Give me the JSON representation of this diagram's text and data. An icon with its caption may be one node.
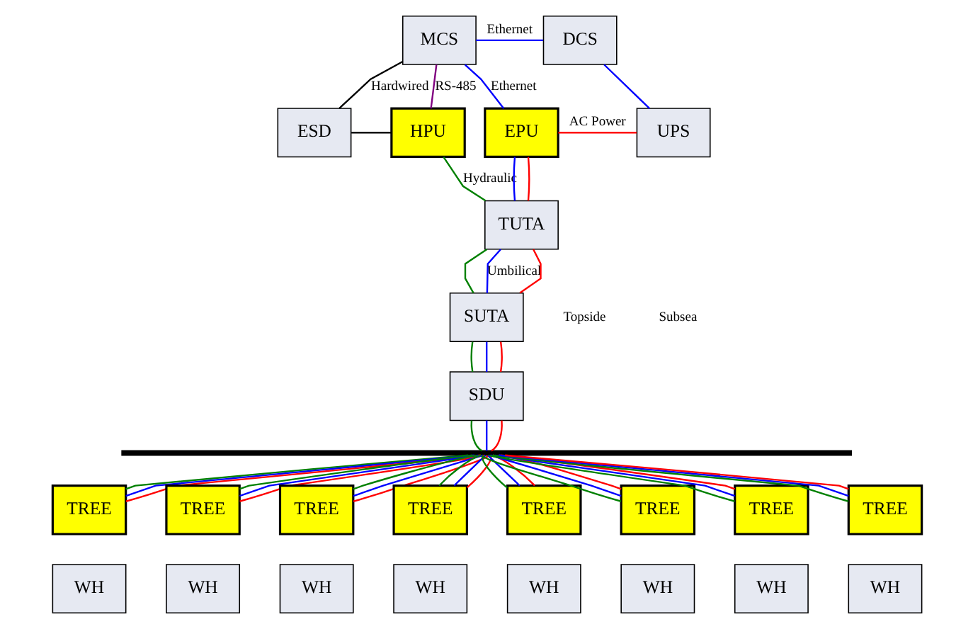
{
  "diagram": {
    "nodes": [
      {
        "text": [
          "MCS"
        ]
      },
      {
        "text": [
          "DCS"
        ]
      },
      {
        "text": [
          "ESD"
        ]
      },
      {
        "text": [
          "HPU"
        ]
      },
      {
        "text": [
          "EPU"
        ]
      },
      {
        "text": [
          "UPS"
        ]
      },
      {
        "text": [
          "TUTA"
        ]
      },
      {
        "text": [
          "SUTA"
        ]
      },
      {
        "text": [
          "SDU"
        ]
      },
      {
        "text": [],
        "shape": "bar"
      },
      {
        "text": [
          "TREE"
        ]
      },
      {
        "text": [
          "TREE"
        ]
      },
      {
        "text": [
          "TREE"
        ]
      },
      {
        "text": [
          "TREE"
        ]
      },
      {
        "text": [
          "TREE"
        ]
      },
      {
        "text": [
          "TREE"
        ]
      },
      {
        "text": [
          "TREE"
        ]
      },
      {
        "text": [
          "TREE"
        ]
      },
      {
        "text": [
          "WH"
        ]
      },
      {
        "text": [
          "WH"
        ]
      },
      {
        "text": [
          "WH"
        ]
      },
      {
        "text": [
          "WH"
        ]
      },
      {
        "text": [
          "WH"
        ]
      },
      {
        "text": [
          "WH"
        ]
      },
      {
        "text": [
          "WH"
        ]
      },
      {
        "text": [
          "WH"
        ]
      }
    ],
    "edges": [
      {
        "from": 0,
        "to": 2,
        "arrow": "none",
        "label": "Hardwired",
        "color": "#000000"
      },
      {
        "from": 0,
        "to": 1,
        "arrow": "none",
        "label": "Ethernet",
        "color": "#0000ff"
      },
      {
        "from": 0,
        "to": 3,
        "arrow": "none",
        "label": "RS-485",
        "color": "#800080"
      },
      {
        "from": 0,
        "to": 4,
        "arrow": "none",
        "label": "Ethernet",
        "color": "#0000ff"
      },
      {
        "from": 1,
        "to": 5,
        "arrow": "none",
        "color": "#0000ff"
      },
      {
        "from": 2,
        "to": 3,
        "arrow": "none",
        "color": "#000000"
      },
      {
        "from": 4,
        "to": 5,
        "arrow": "none",
        "label": "AC Power",
        "color": "#ff0000"
      },
      {
        "from": 3,
        "to": 6,
        "arrow": "none",
        "label": "Hydraulic",
        "color": "#008000"
      },
      {
        "from": 4,
        "to": 6,
        "arrow": "none",
        "color": "#0000ff"
      },
      {
        "from": 4,
        "to": 6,
        "arrow": "none",
        "color": "#ff0000"
      },
      {
        "from": 6,
        "to": 7,
        "arrow": "none",
        "color": "#008000"
      },
      {
        "from": 6,
        "to": 7,
        "arrow": "none",
        "label": "Umbilical",
        "color": "#0000ff"
      },
      {
        "from": 6,
        "to": 7,
        "arrow": "none",
        "color": "#ff0000"
      },
      {
        "from": 7,
        "to": 8,
        "arrow": "none",
        "color": "#008000"
      },
      {
        "from": 7,
        "to": 8,
        "arrow": "none",
        "color": "#0000ff"
      },
      {
        "from": 7,
        "to": 8,
        "arrow": "none",
        "color": "#ff0000"
      },
      {
        "from": 8,
        "to": 9,
        "arrow": "none",
        "color": "#008000"
      },
      {
        "from": 8,
        "to": 9,
        "arrow": "none",
        "color": "#0000ff"
      },
      {
        "from": 8,
        "to": 9,
        "arrow": "none",
        "color": "#ff0000"
      },
      {
        "from": 9,
        "to": 10,
        "arrow": "none",
        "color": "#008000"
      },
      {
        "from": 9,
        "to": 10,
        "arrow": "none",
        "color": "#0000ff"
      },
      {
        "from": 9,
        "to": 10,
        "arrow": "none",
        "color": "#ff0000"
      },
      {
        "from": 9,
        "to": 11,
        "arrow": "none",
        "color": "#008000"
      },
      {
        "from": 9,
        "to": 11,
        "arrow": "none",
        "color": "#0000ff"
      },
      {
        "from": 9,
        "to": 11,
        "arrow": "none",
        "color": "#ff0000"
      },
      {
        "from": 9,
        "to": 12,
        "arrow": "none",
        "color": "#008000"
      },
      {
        "from": 9,
        "to": 12,
        "arrow": "none",
        "color": "#0000ff"
      },
      {
        "from": 9,
        "to": 12,
        "arrow": "none",
        "color": "#ff0000"
      },
      {
        "from": 9,
        "to": 13,
        "arrow": "none",
        "color": "#008000"
      },
      {
        "from": 9,
        "to": 13,
        "arrow": "none",
        "color": "#0000ff"
      },
      {
        "from": 9,
        "to": 13,
        "arrow": "none",
        "color": "#ff0000"
      },
      {
        "from": 9,
        "to": 14,
        "arrow": "none",
        "color": "#008000"
      },
      {
        "from": 9,
        "to": 14,
        "arrow": "none",
        "color": "#0000ff"
      },
      {
        "from": 9,
        "to": 14,
        "arrow": "none",
        "color": "#ff0000"
      },
      {
        "from": 9,
        "to": 15,
        "arrow": "none",
        "color": "#008000"
      },
      {
        "from": 9,
        "to": 15,
        "arrow": "none",
        "color": "#0000ff"
      },
      {
        "from": 9,
        "to": 15,
        "arrow": "none",
        "color": "#ff0000"
      },
      {
        "from": 9,
        "to": 16,
        "arrow": "none",
        "color": "#008000"
      },
      {
        "from": 9,
        "to": 16,
        "arrow": "none",
        "color": "#0000ff"
      },
      {
        "from": 9,
        "to": 16,
        "arrow": "none",
        "color": "#ff0000"
      },
      {
        "from": 9,
        "to": 17,
        "arrow": "none",
        "color": "#008000"
      },
      {
        "from": 9,
        "to": 17,
        "arrow": "none",
        "color": "#0000ff"
      },
      {
        "from": 9,
        "to": 17,
        "arrow": "none",
        "color": "#ff0000"
      }
    ],
    "labels": [
      "Topside",
      "Subsea"
    ]
  }
}
